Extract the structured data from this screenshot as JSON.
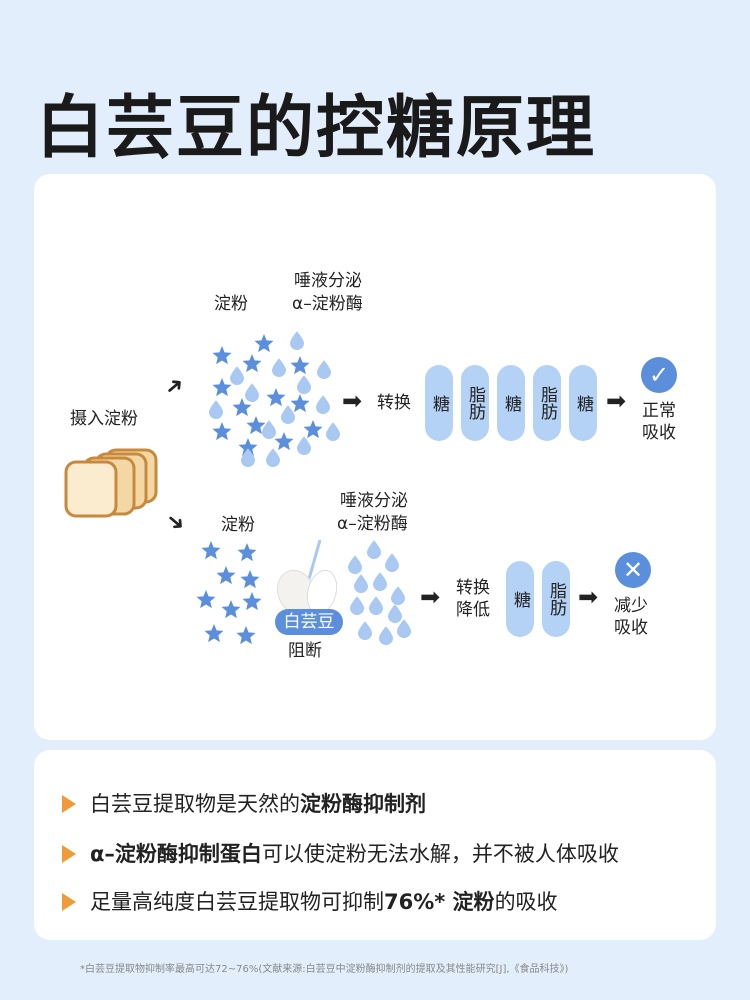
{
  "title": "白芸豆的控糖原理",
  "diagram": {
    "intake_label": "摄入淀粉",
    "top": {
      "starch_label": "淀粉",
      "enzyme_label_line1": "唾液分泌",
      "enzyme_label_line2": "α–淀粉酶",
      "convert_label": "转换",
      "pills": [
        "糖",
        "脂肪",
        "糖",
        "脂肪",
        "糖"
      ],
      "result_line1": "正常",
      "result_line2": "吸收",
      "result_icon": "check-icon"
    },
    "bottom": {
      "starch_label": "淀粉",
      "enzyme_label_line1": "唾液分泌",
      "enzyme_label_line2": "α–淀粉酶",
      "bean_badge": "白芸豆",
      "block_label": "阻断",
      "convert_line1": "转换",
      "convert_line2": "降低",
      "pills": [
        "糖",
        "脂肪"
      ],
      "result_line1": "减少",
      "result_line2": "吸收",
      "result_icon": "cross-icon"
    }
  },
  "bullets": [
    {
      "pre": "白芸豆提取物是天然的",
      "bold": "淀粉酶抑制剂",
      "post": ""
    },
    {
      "pre": "",
      "bold": "α–淀粉酶抑制蛋白",
      "post": "可以使淀粉无法水解，并不被人体吸收"
    },
    {
      "pre": "足量高纯度白芸豆提取物可抑制",
      "bold": "76%* 淀粉",
      "post": "的吸收"
    }
  ],
  "footnote": "*白芸豆提取物抑制率最高可达72~76%(文献来源:白芸豆中淀粉酶抑制剂的提取及其性能研究[J],《食品科技》)",
  "colors": {
    "background": "#e2eefc",
    "pill": "#b4d1f6",
    "star": "#5b8fdc",
    "drop": "#a9c9f3",
    "bullet": "#f09a3a"
  }
}
